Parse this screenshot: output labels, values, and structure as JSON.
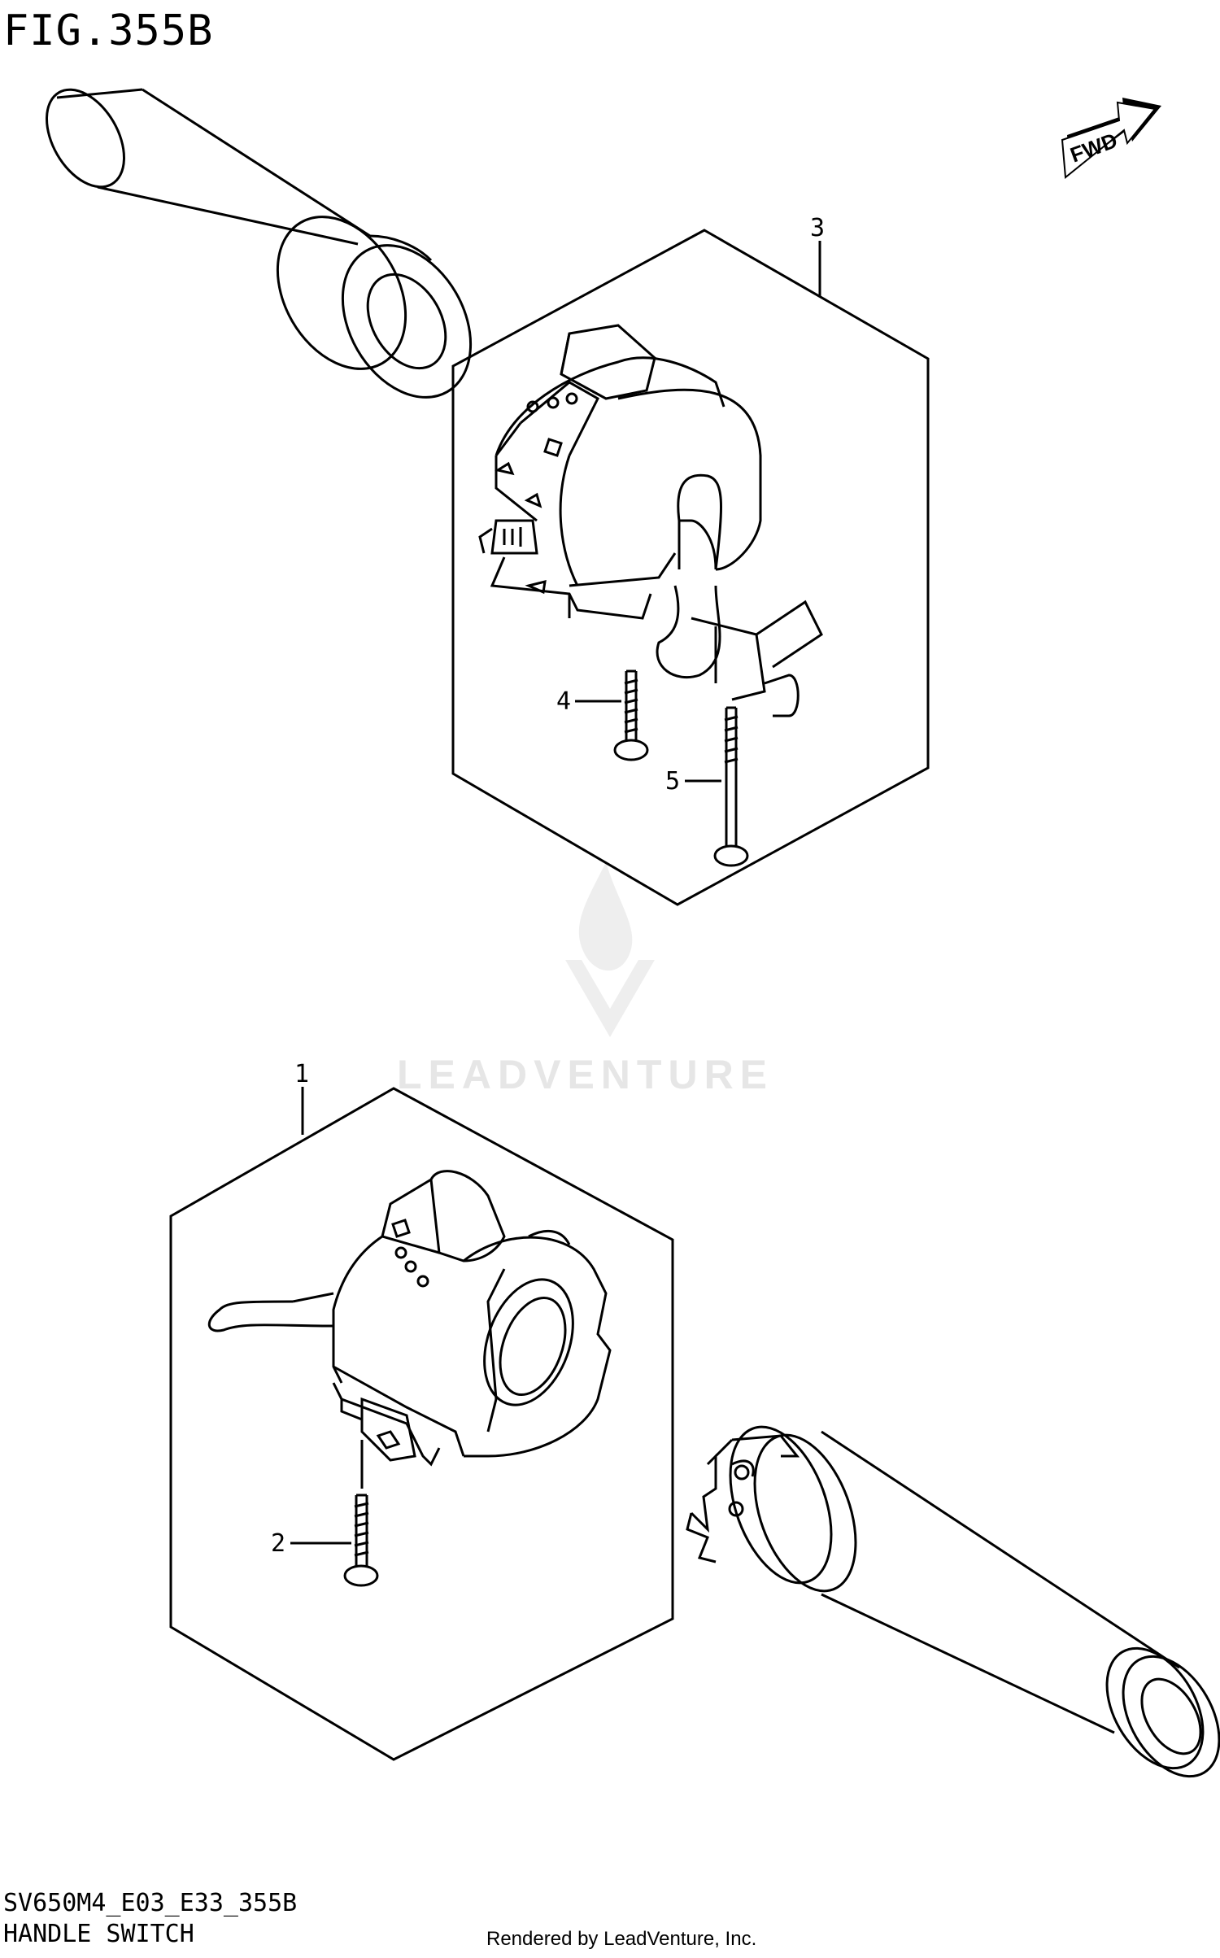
{
  "figure": {
    "title": "FIG.355B",
    "code": "SV650M4_E03_E33_355B",
    "name": "HANDLE SWITCH"
  },
  "direction_badge": "FWD",
  "watermark": "LEADVENTURE",
  "footer": "Rendered by LeadVenture, Inc.",
  "callouts": {
    "one": "1",
    "two": "2",
    "three": "3",
    "four": "4",
    "five": "5"
  }
}
